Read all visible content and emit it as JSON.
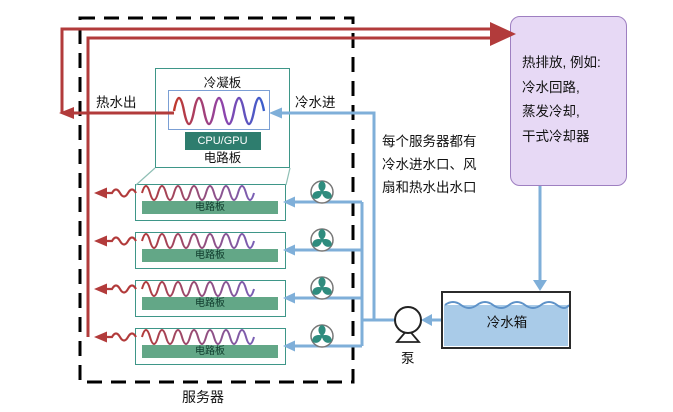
{
  "labels": {
    "hot_water_out": "热水出",
    "cold_water_in": "冷水进",
    "condenser_plate": "冷凝板",
    "cpu_gpu": "CPU/GPU",
    "detail_board": "电路板",
    "server": "服务器",
    "pump": "泵",
    "tank": "冷水箱"
  },
  "heat_rejection": {
    "lines": [
      "热排放, 例如:",
      "冷水回路,",
      "蒸发冷却,",
      "干式冷却器"
    ]
  },
  "note": {
    "lines": [
      "每个服务器都有",
      "冷水进水口、风",
      "扇和热水出水口"
    ]
  },
  "boards": [
    {
      "label": "电路板"
    },
    {
      "label": "电路板"
    },
    {
      "label": "电路板"
    },
    {
      "label": "电路板"
    }
  ],
  "icons": {
    "fan": "fan-icon",
    "pump": "pump-icon"
  },
  "colors": {
    "hot_pipe": "#B23B3B",
    "cold_pipe": "#7FAFD9",
    "teal_border": "#3E9688",
    "board_bar_green": "#63A787",
    "cpu_bar_teal": "#2E7D6E",
    "heat_box_fill": "#E7D9F5",
    "heat_box_border": "#9E7FC1",
    "water_fill": "#A9CBE8",
    "coil_hot": "#C0392B",
    "coil_cold": "#3A5FCD"
  }
}
